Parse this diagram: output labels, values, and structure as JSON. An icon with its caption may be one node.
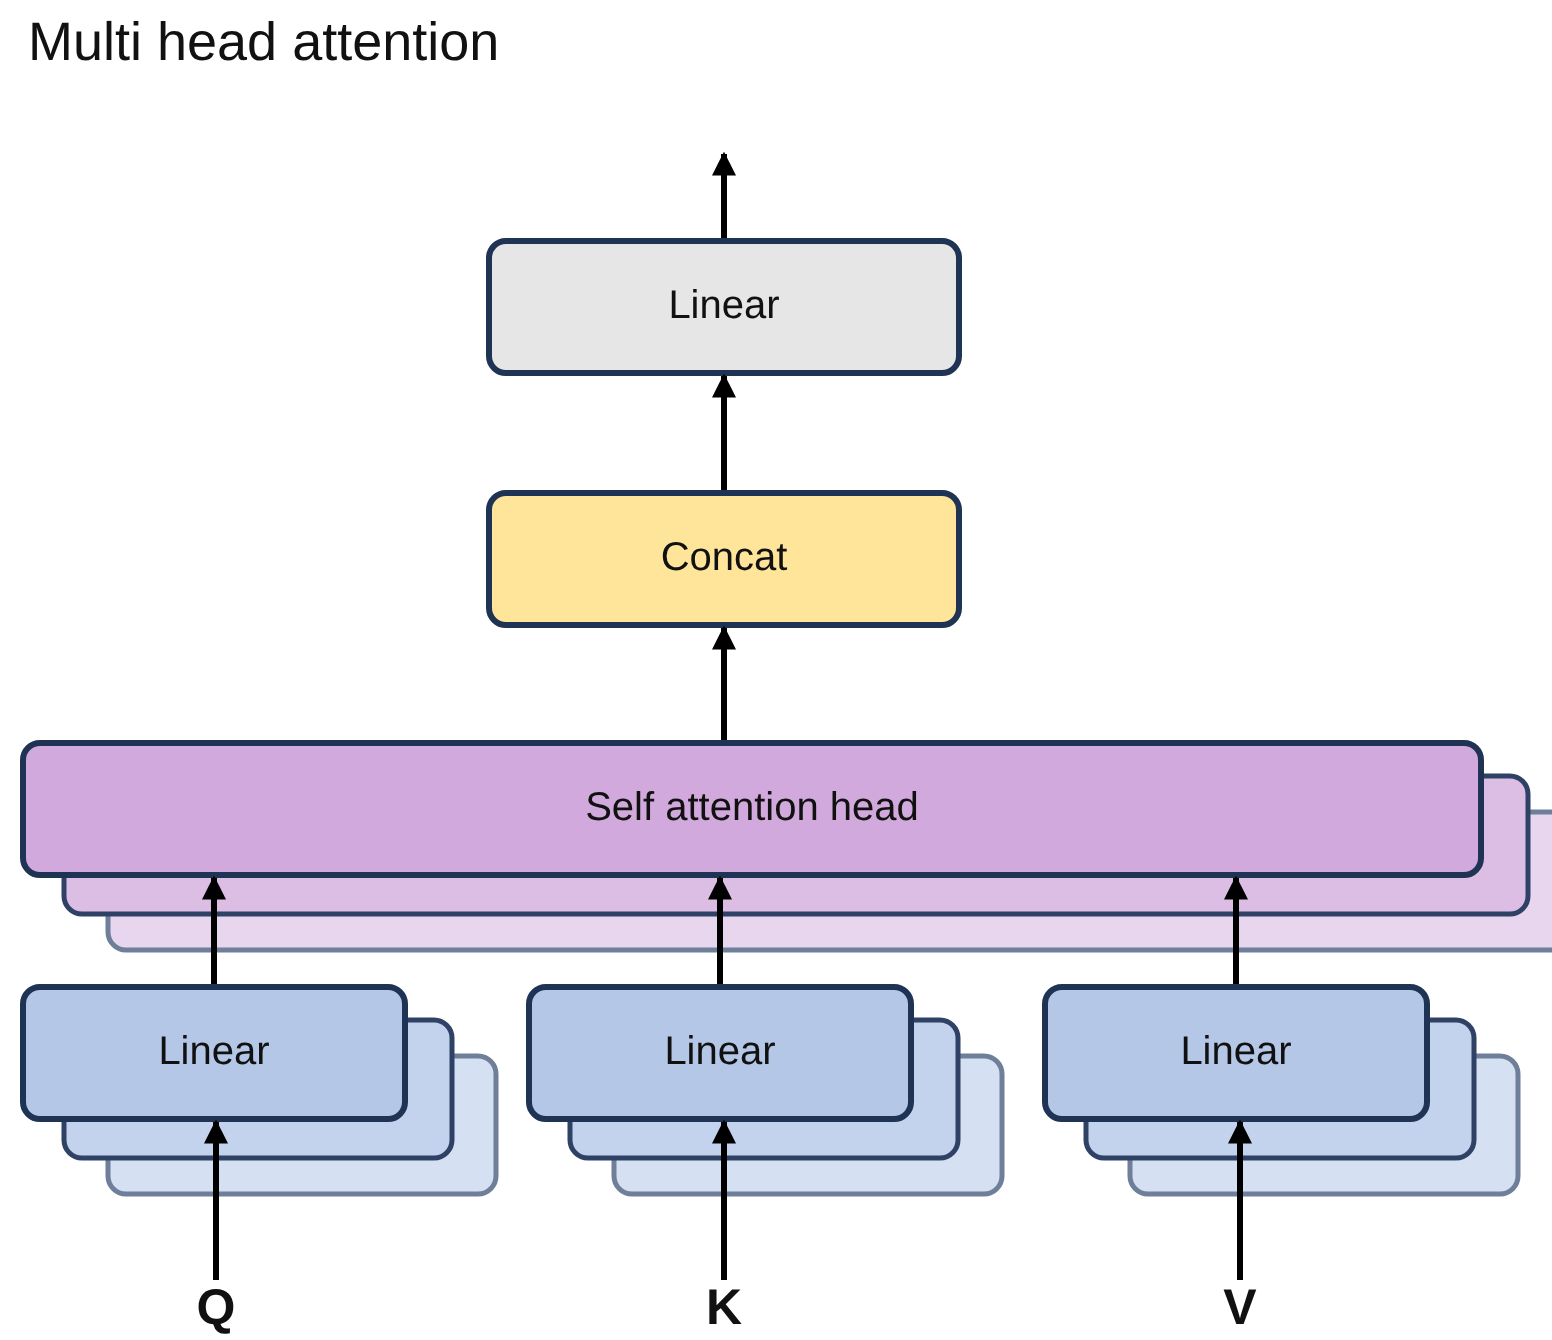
{
  "diagram": {
    "title": "Multi head attention",
    "nodes": [
      {
        "text": [
          "Linear"
        ]
      },
      {
        "text": [
          "Concat"
        ]
      },
      {
        "text": [
          "Self attention head"
        ]
      },
      {
        "text": [
          "Linear"
        ]
      },
      {
        "text": [
          "Linear"
        ]
      },
      {
        "text": [
          "Linear"
        ]
      },
      {
        "text": [
          "Q"
        ]
      },
      {
        "text": [
          "K"
        ]
      },
      {
        "text": [
          "V"
        ]
      }
    ],
    "edges": [
      {
        "from": 0,
        "to": null,
        "arrow": "to"
      },
      {
        "from": 1,
        "to": 0,
        "arrow": "to"
      },
      {
        "from": 2,
        "to": 1,
        "arrow": "to"
      },
      {
        "from": 3,
        "to": 2,
        "arrow": "to"
      },
      {
        "from": 4,
        "to": 2,
        "arrow": "to"
      },
      {
        "from": 5,
        "to": 2,
        "arrow": "to"
      },
      {
        "from": 6,
        "to": 3,
        "arrow": "to"
      },
      {
        "from": 7,
        "to": 4,
        "arrow": "to"
      },
      {
        "from": 8,
        "to": 5,
        "arrow": "to"
      }
    ]
  }
}
